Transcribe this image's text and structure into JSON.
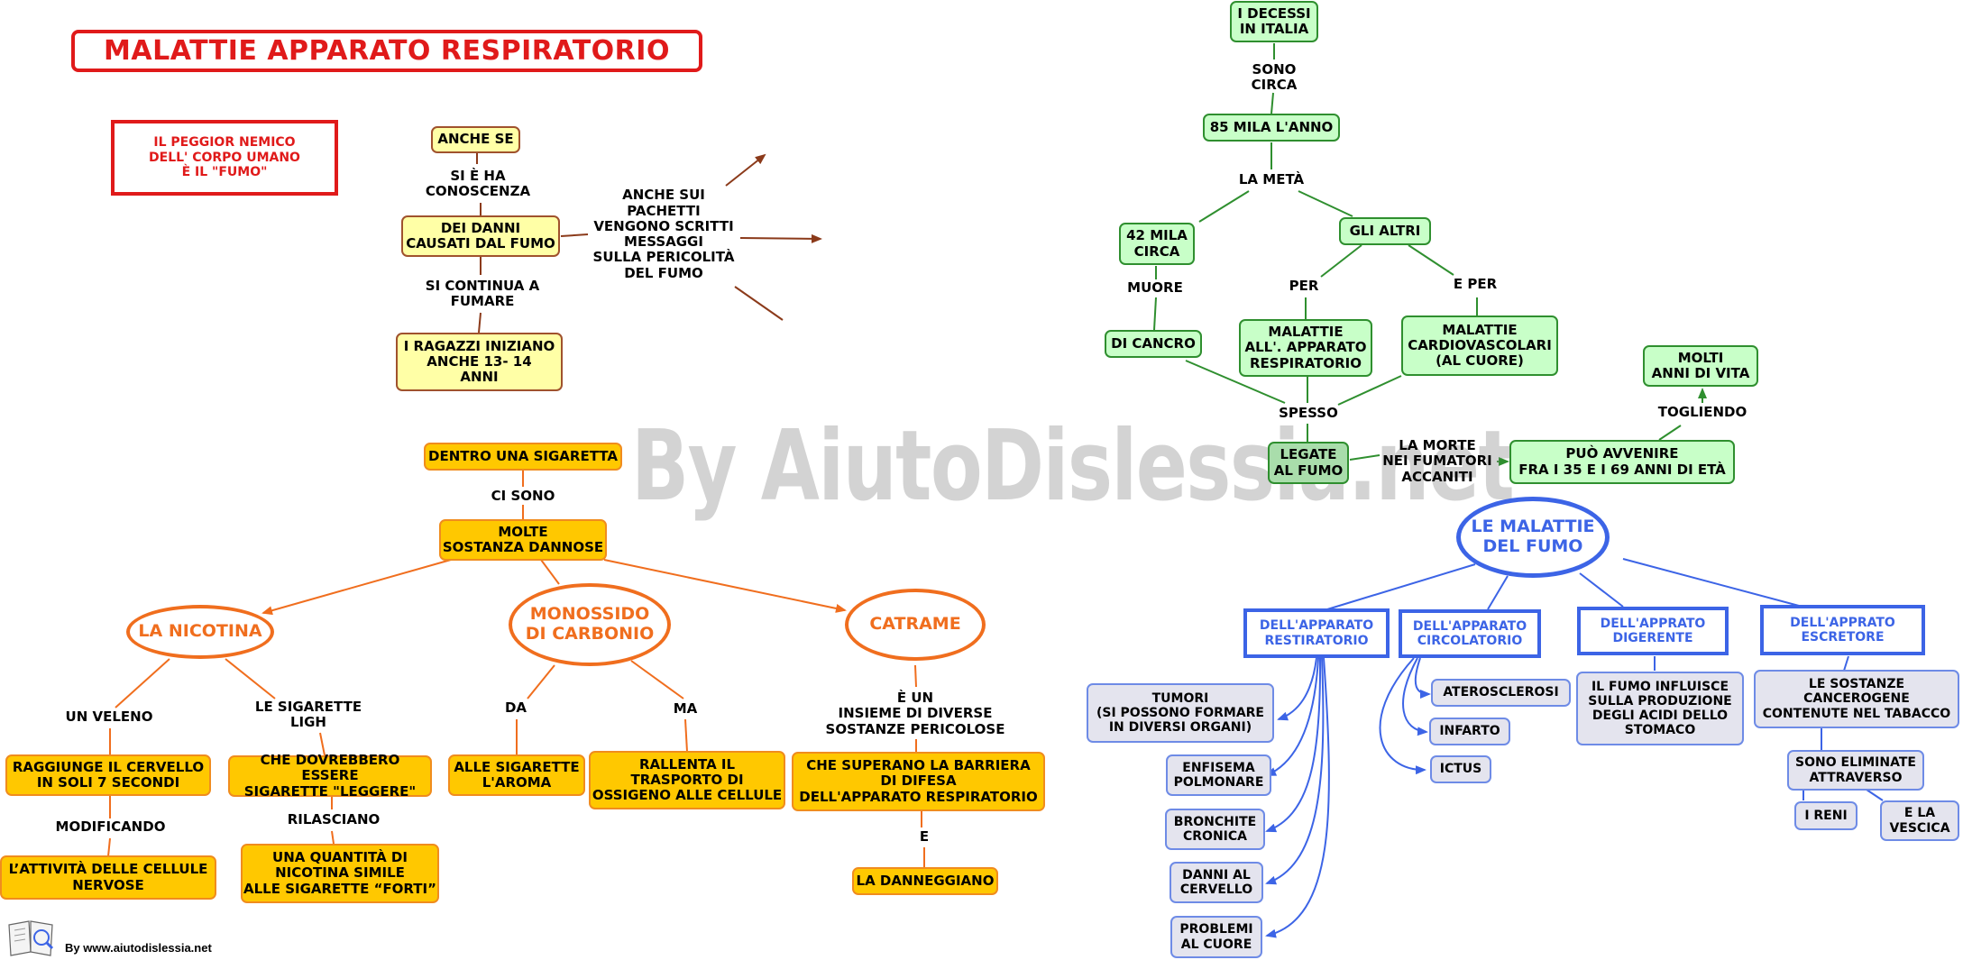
{
  "title": "MALATTIE APPARATO RESPIRATORIO",
  "enemy_note": "IL PEGGIOR NEMICO\nDELL' CORPO UMANO\nÈ IL \"FUMO\"",
  "watermark": "By AiutoDislessia.net",
  "footer": "By www.aiutodislessia.net",
  "colors": {
    "title_red": "#e01a1a",
    "yellow_fill": "#ffffa6",
    "orange_fill": "#ffc800",
    "orange_accent": "#f06e1e",
    "green_fill": "#c8ffc8",
    "blue_accent": "#3c64e6",
    "grey_fill": "#e4e4ee",
    "arrow_brown": "#8b3a1a"
  },
  "yellow_branch": {
    "anche_se": "ANCHE SE",
    "si_e_ha": "SI È HA\nCONOSCENZA",
    "danni": "DEI DANNI\nCAUSATI DAL FUMO",
    "si_continua": "SI CONTINUA A\nFUMARE",
    "ragazzi": "I RAGAZZI INIZIANO\nANCHE 13- 14\nANNI",
    "pacchetti": "ANCHE SUI\nPACHETTI\nVENGONO SCRITTI\nMESSAGGI\nSULLA PERICOLITÀ\nDEL FUMO"
  },
  "orange_branch": {
    "dentro": "DENTRO UNA SIGARETTA",
    "ci_sono": "CI SONO",
    "molte": "MOLTE\nSOSTANZA DANNOSE",
    "nicotina": "LA NICOTINA",
    "monossido": "MONOSSIDO\nDI CARBONIO",
    "catrame": "CATRAME",
    "un_veleno": "UN VELENO",
    "le_sigarette": "LE SIGARETTE\nLIGH",
    "raggiunge": "RAGGIUNGE IL CERVELLO\nIN SOLI 7 SECONDI",
    "modificando": "MODIFICANDO",
    "attivita": "L’ATTIVITÀ DELLE CELLULE\nNERVOSE",
    "dovrebbero": "CHE DOVREBBERO ESSERE\nSIGARETTE \"LEGGERE\"",
    "rilasciano": "RILASCIANO",
    "quantita": "UNA QUANTITÀ DI\nNICOTINA SIMILE\nALLE SIGARETTE “FORTI”",
    "da": "DA",
    "ma": "MA",
    "alle_sigarette": "ALLE SIGARETTE\nL'AROMA",
    "rallenta": "RALLENTA IL\nTRASPORTO DI\nOSSIGENO ALLE CELLULE",
    "e_un": "È UN\nINSIEME DI DIVERSE\nSOSTANZE PERICOLOSE",
    "superano": "CHE SUPERANO LA BARRIERA\nDI DIFESA\nDELL'APPARATO RESPIRATORIO",
    "e": "E",
    "danneggiano": "LA DANNEGGIANO"
  },
  "green_branch": {
    "decessi": "I DECESSI\nIN ITALIA",
    "sono_circa": "SONO\nCIRCA",
    "mila85": "85 MILA L'ANNO",
    "la_meta": "LA METÀ",
    "mila42": "42 MILA\nCIRCA",
    "gli_altri": "GLI ALTRI",
    "muore": "MUORE",
    "per": "PER",
    "e_per": "E PER",
    "di_cancro": "DI CANCRO",
    "malattie_resp": "MALATTIE\nALL'. APPARATO\nRESPIRATORIO",
    "malattie_cardio": "MALATTIE\nCARDIOVASCOLARI\n(AL CUORE)",
    "spesso": "SPESSO",
    "legate": "LEGATE\nAL FUMO",
    "la_morte": "LA MORTE\nNEI FUMATORI\nACCANITI",
    "puo_avvenire": "PUÒ AVVENIRE\nFRA I 35 E I 69 ANNI DI ETÀ",
    "togliendo": "TOGLIENDO",
    "molti_anni": "MOLTI\nANNI DI VITA"
  },
  "blue_branch": {
    "malattie_fumo": "LE MALATTIE\nDEL FUMO",
    "resp": "DELL'APPARATO\nRESTIRATORIO",
    "circ": "DELL'APPARATO\nCIRCOLATORIO",
    "dig": "DELL'APPRATO\nDIGERENTE",
    "escr": "DELL'APPRATO\nESCRETORE",
    "tumori": "TUMORI\n(SI POSSONO FORMARE\nIN DIVERSI ORGANI)",
    "enfisema": "ENFISEMA\nPOLMONARE",
    "bronchite": "BRONCHITE\nCRONICA",
    "danni_cervello": "DANNI AL\nCERVELLO",
    "problemi_cuore": "PROBLEMI\nAL CUORE",
    "aterosclerosi": "ATEROSCLEROSI",
    "infarto": "INFARTO",
    "ictus": "ICTUS",
    "fumo_influisce": "IL FUMO INFLUISCE\nSULLA PRODUZIONE\nDEGLI ACIDI DELLO\nSTOMACO",
    "sostanze": "LE SOSTANZE\nCANCEROGENE\nCONTENUTE NEL TABACCO",
    "eliminate": "SONO ELIMINATE\nATTRAVERSO",
    "reni": "I RENI",
    "vescica": "E LA\nVESCICA"
  }
}
